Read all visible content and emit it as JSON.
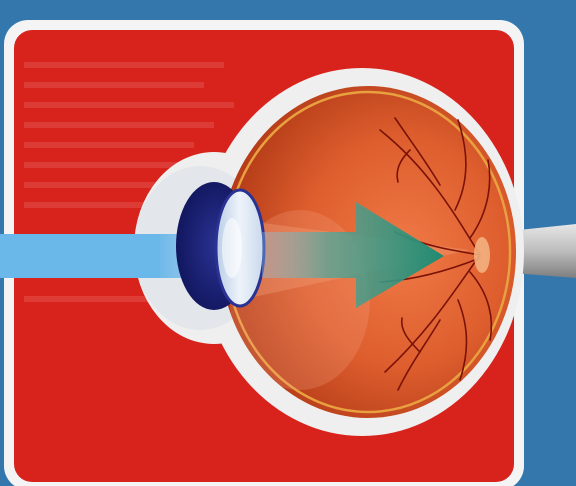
{
  "diagram": {
    "subject": "eye-cross-section",
    "parts": [
      "sclera",
      "choroid",
      "retina",
      "blood-vessels",
      "cornea",
      "iris",
      "lens",
      "optic-nerve",
      "light-beam",
      "focus-arrow"
    ],
    "colors": {
      "page_background": "#2f6fa3",
      "panel": "#d8231d",
      "panel_border": "#f4f4f4",
      "sclera": "#eeeeee",
      "eyeball": "#d85a2e",
      "retina_edge": "#e8a040",
      "vessels": "#7a1208",
      "iris": "#1a1f6e",
      "lens": "#d9e6f2",
      "light_beam": "#6ab7ea",
      "arrow": "#2a8e74",
      "optic_nerve": "#b7b7b7"
    }
  }
}
